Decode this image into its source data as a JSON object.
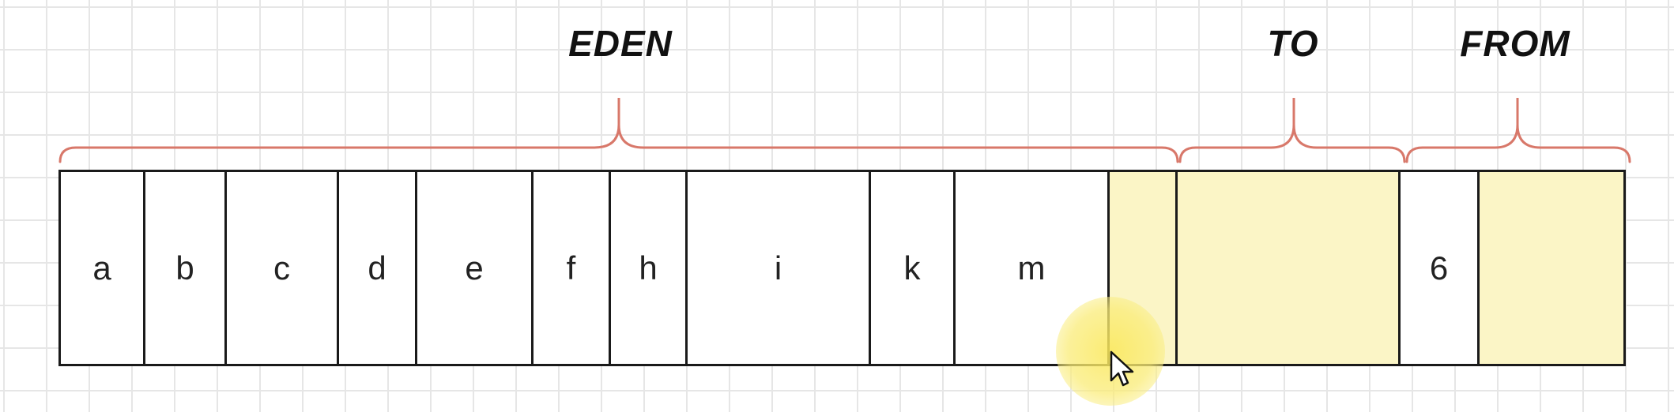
{
  "regions": {
    "eden": "EDEN",
    "to": "TO",
    "from": "FROM"
  },
  "cells": [
    {
      "label": "a",
      "highlighted": false
    },
    {
      "label": "b",
      "highlighted": false
    },
    {
      "label": "c",
      "highlighted": false
    },
    {
      "label": "d",
      "highlighted": false
    },
    {
      "label": "e",
      "highlighted": false
    },
    {
      "label": "f",
      "highlighted": false
    },
    {
      "label": "h",
      "highlighted": false
    },
    {
      "label": "i",
      "highlighted": false
    },
    {
      "label": "k",
      "highlighted": false
    },
    {
      "label": "m",
      "highlighted": false
    },
    {
      "label": "",
      "highlighted": true
    },
    {
      "label": "",
      "highlighted": true
    },
    {
      "label": "6",
      "highlighted": false
    },
    {
      "label": "",
      "highlighted": true
    }
  ],
  "colors": {
    "brace": "#d8786a",
    "highlight": "#fbf5c6",
    "border": "#1a1a1a",
    "cursor_halo": "#f8e660"
  }
}
